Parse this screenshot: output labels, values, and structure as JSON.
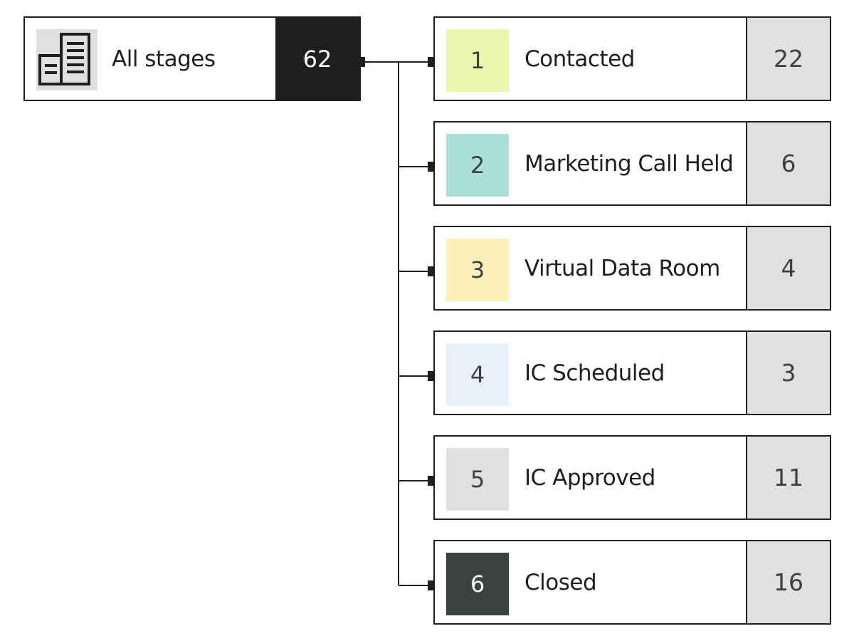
{
  "root": {
    "icon": "buildings-icon",
    "label": "All stages",
    "count": "62"
  },
  "stages": [
    {
      "number": "1",
      "label": "Contacted",
      "count": "22",
      "color": "#e9f8ae"
    },
    {
      "number": "2",
      "label": "Marketing Call Held",
      "count": "6",
      "color": "#abe0d9"
    },
    {
      "number": "3",
      "label": "Virtual Data Room",
      "count": "4",
      "color": "#fbefb8"
    },
    {
      "number": "4",
      "label": "IC Scheduled",
      "count": "3",
      "color": "#e9f0f8"
    },
    {
      "number": "5",
      "label": "IC Approved",
      "count": "11",
      "color": "#dfe0df"
    },
    {
      "number": "6",
      "label": "Closed",
      "count": "16",
      "color": "#3a4140",
      "text_color": "#ffffff"
    }
  ],
  "colors": {
    "border": "#1e1e1e",
    "count_bg": "#dfe0df",
    "root_count_bg": "#1e1e1e"
  }
}
